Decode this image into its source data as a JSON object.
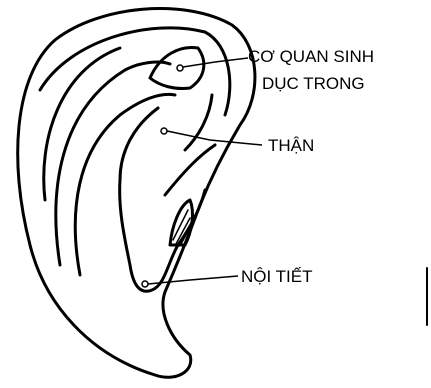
{
  "diagram": {
    "labels": {
      "reproductive_organs_line1": "CƠ QUAN SINH",
      "reproductive_organs_line2": "DỤC TRONG",
      "kidney": "THẬN",
      "endocrine": "NỘI TIẾT"
    },
    "colors": {
      "ink": "#000000",
      "background": "#ffffff"
    }
  }
}
